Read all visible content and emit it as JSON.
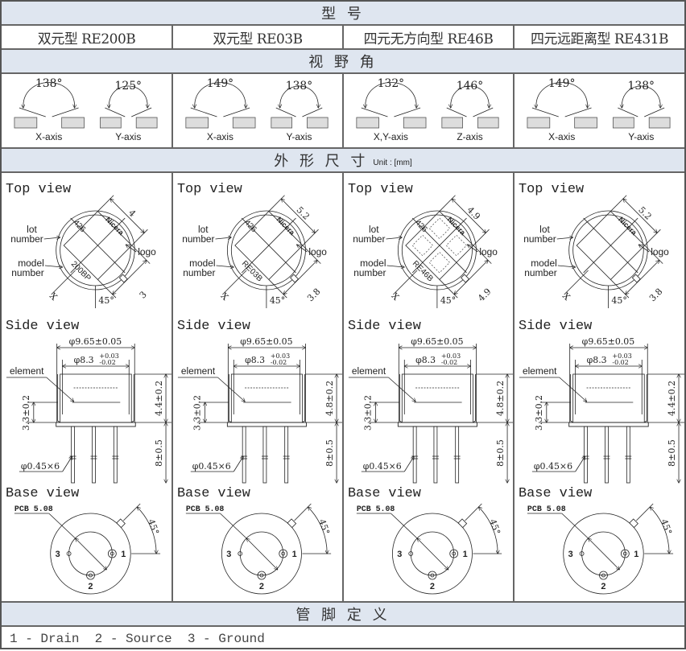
{
  "header": {
    "title": "型 号"
  },
  "models": [
    "双元型 RE200B",
    "双元型 RE03B",
    "四元无方向型 RE46B",
    "四元远距离型 RE431B"
  ],
  "view_angle": {
    "title": "视 野 角",
    "items": [
      [
        {
          "angle": "138°",
          "axis": "X-axis"
        },
        {
          "angle": "125°",
          "axis": "Y-axis"
        }
      ],
      [
        {
          "angle": "149°",
          "axis": "X-axis"
        },
        {
          "angle": "138°",
          "axis": "Y-axis"
        }
      ],
      [
        {
          "angle": "132°",
          "axis": "X,Y-axis"
        },
        {
          "angle": "146°",
          "axis": "Z-axis"
        }
      ],
      [
        {
          "angle": "149°",
          "axis": "X-axis"
        },
        {
          "angle": "138°",
          "axis": "Y-axis"
        }
      ]
    ]
  },
  "dimensions": {
    "title": "外 形 尺 寸",
    "unit": "Unit : [mm]",
    "labels": {
      "top_view": "Top view",
      "side_view": "Side view",
      "base_view": "Base view",
      "lot": "lot",
      "number": "number",
      "model": "model",
      "logo": "logo",
      "x_axis": "X",
      "angle_45": "45°",
      "brand": "Nicera",
      "outer_dia": "φ9.65±0.05",
      "inner_dia": "φ8.3",
      "tol_plus": "+0.03",
      "tol_minus": "-0.02",
      "element": "element",
      "element_height": "3.3±0.2",
      "pin_length": "8±0.5",
      "pin_dia": "φ0.45×6",
      "pcb": "PCB 5.08",
      "pin1": "1",
      "pin2": "2",
      "pin3": "3"
    },
    "columns": [
      {
        "lot_code": "426",
        "model_code": "200BP",
        "dim_a": "4",
        "dim_b": "3",
        "can_height": "4.4±0.2",
        "quad": false
      },
      {
        "lot_code": "426",
        "model_code": "RE03B",
        "dim_a": "5.2",
        "dim_b": "3.8",
        "can_height": "4.8±0.2",
        "quad": false
      },
      {
        "lot_code": "426",
        "model_code": "RE46B",
        "dim_a": "4.9",
        "dim_b": "4.9",
        "can_height": "4.8±0.2",
        "quad": true
      },
      {
        "lot_code": "",
        "model_code": "",
        "dim_a": "5.2",
        "dim_b": "3.8",
        "can_height": "4.4±0.2",
        "quad": false
      }
    ]
  },
  "pin_definition": {
    "title": "管 脚 定 义",
    "text": "1 - Drain  2 - Source  3 - Ground"
  }
}
